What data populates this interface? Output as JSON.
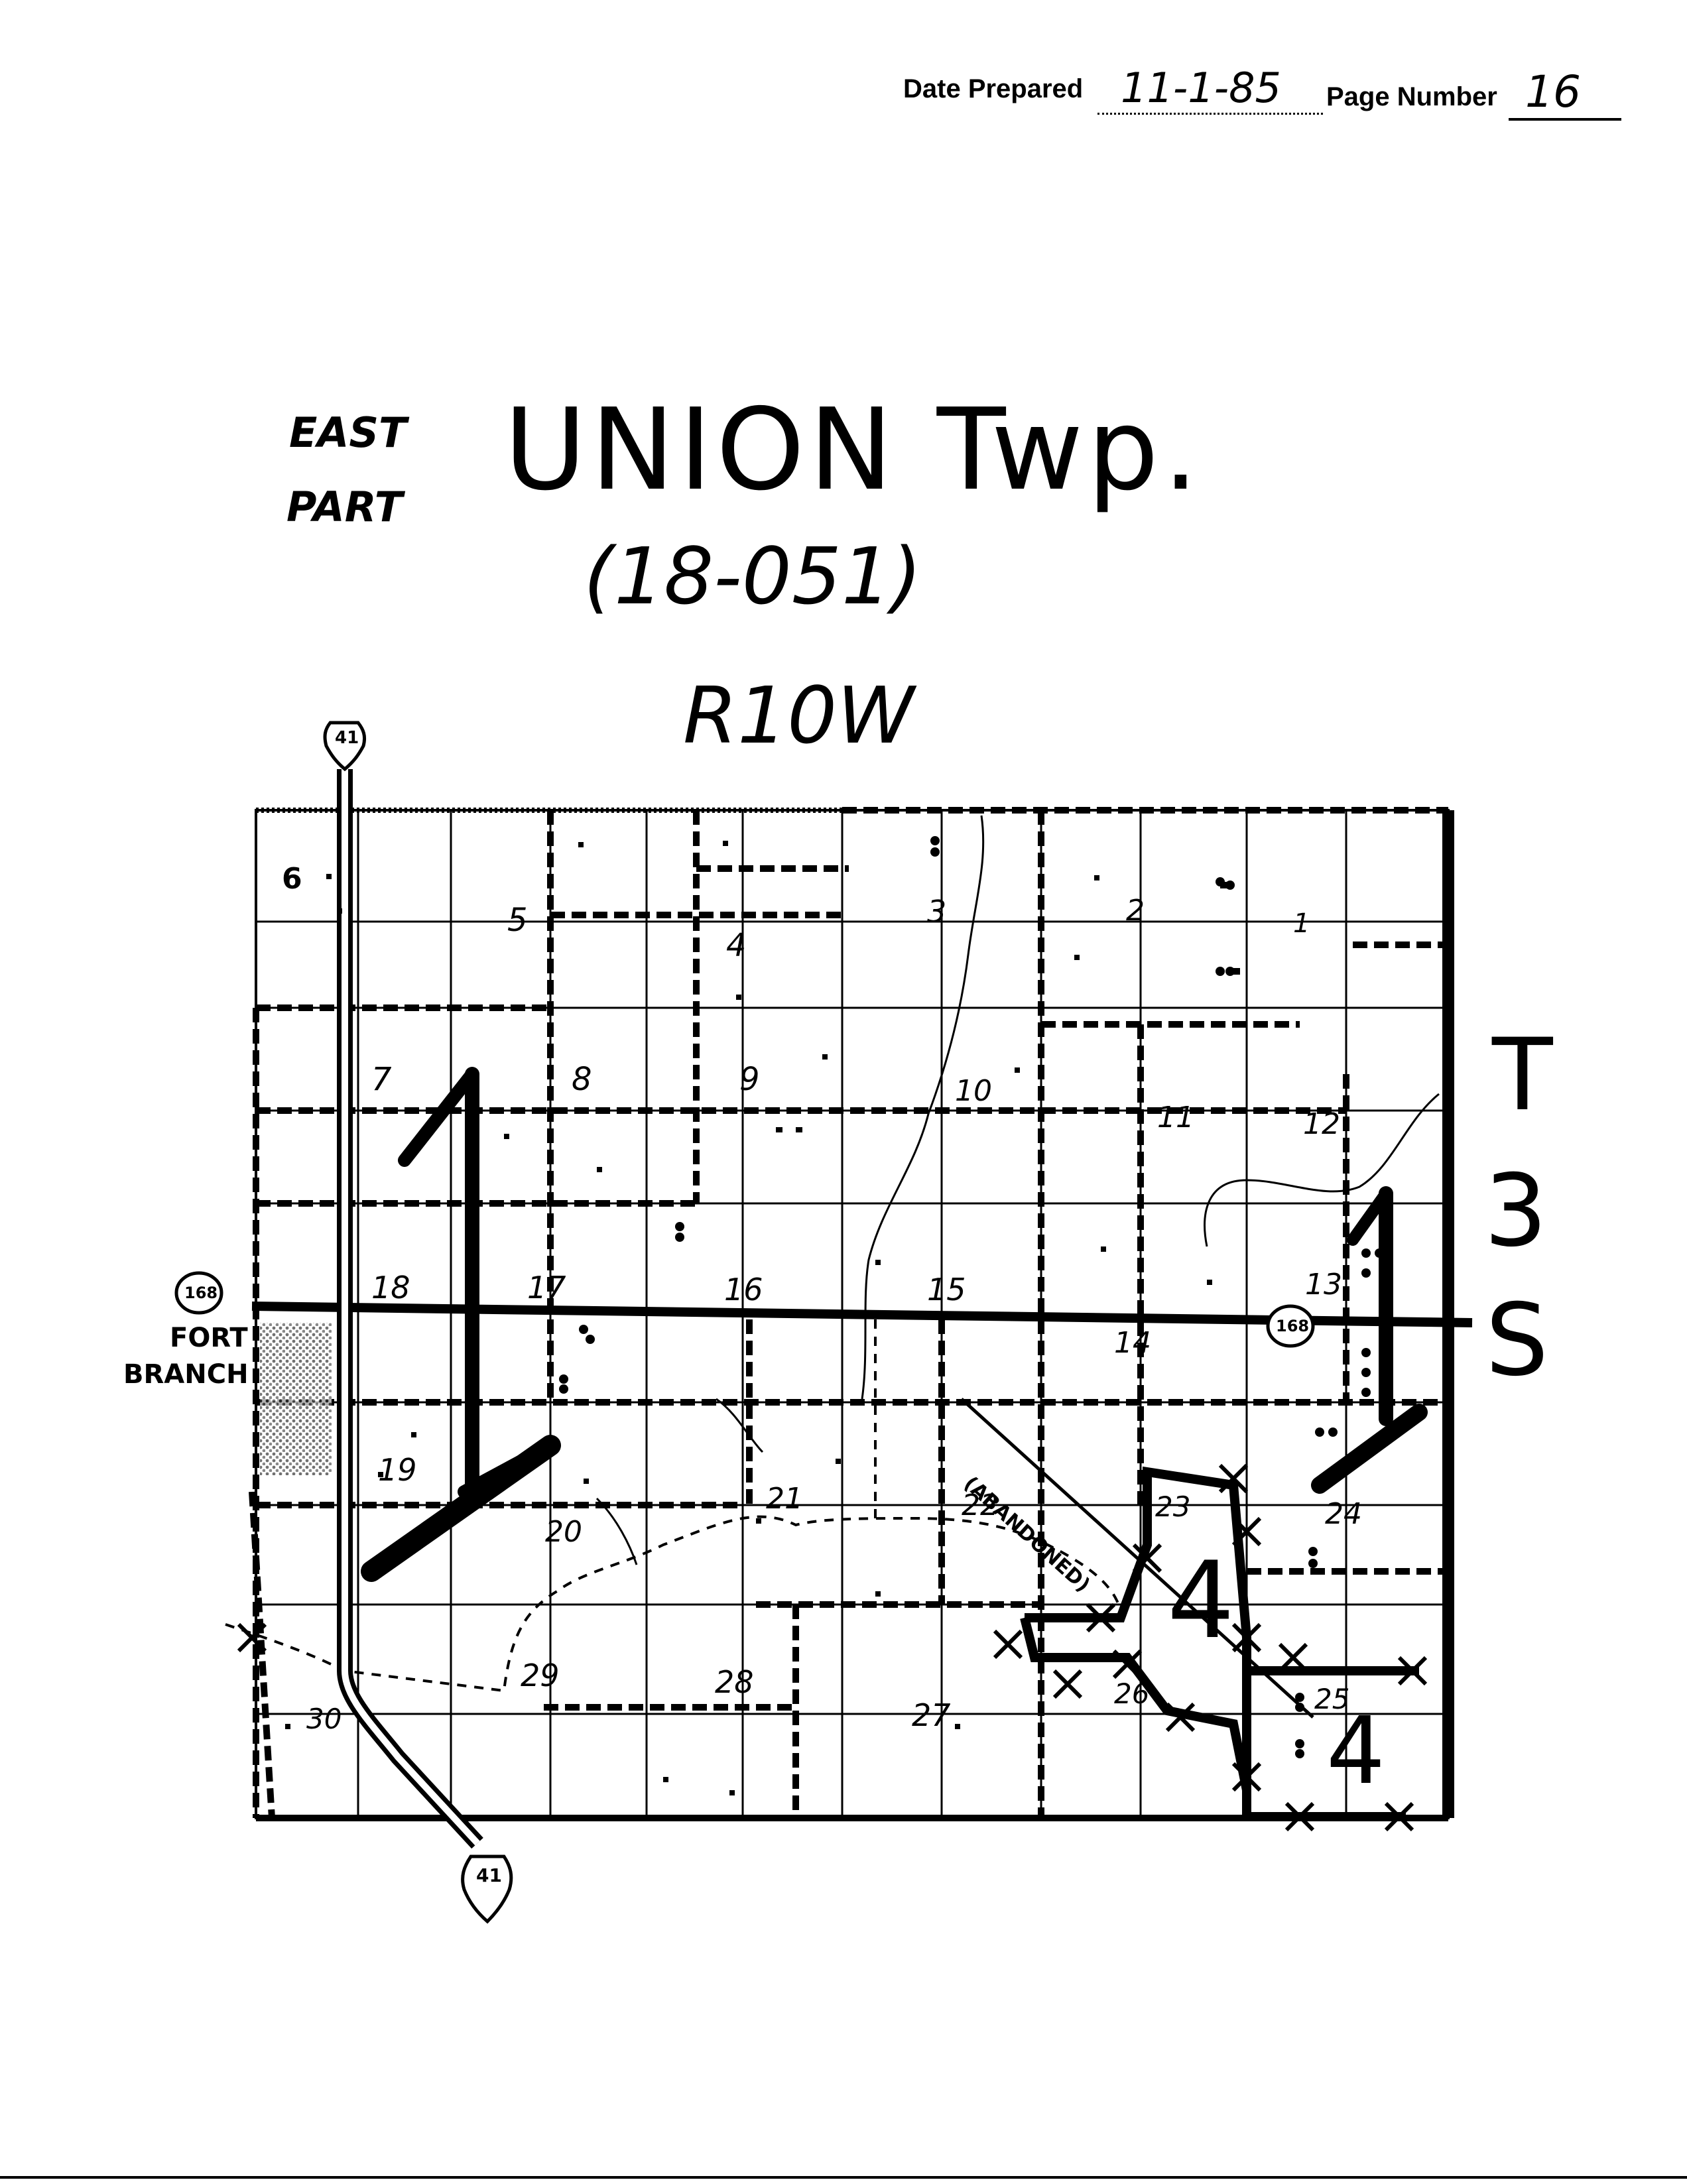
{
  "header": {
    "date_label": "Date Prepared",
    "date_value": "11-1-85",
    "page_label": "Page Number",
    "page_value": "16"
  },
  "title": {
    "part_line1": "EAST",
    "part_line2": "PART",
    "township": "UNION Twp.",
    "code": "(18-051)",
    "range": "R10W"
  },
  "township_label": [
    "T",
    "3",
    "S"
  ],
  "map": {
    "place_name_1": "FORT",
    "place_name_2": "BRANCH",
    "road_168": "168",
    "road_41": "41",
    "abandoned": "(ABANDONED)",
    "zone_labels": [
      "1",
      "1",
      "4",
      "4"
    ],
    "sections": [
      {
        "n": "6"
      },
      {
        "n": "5"
      },
      {
        "n": "4"
      },
      {
        "n": "3"
      },
      {
        "n": "2"
      },
      {
        "n": "1"
      },
      {
        "n": "7"
      },
      {
        "n": "8"
      },
      {
        "n": "9"
      },
      {
        "n": "10"
      },
      {
        "n": "11"
      },
      {
        "n": "12"
      },
      {
        "n": "18"
      },
      {
        "n": "17"
      },
      {
        "n": "16"
      },
      {
        "n": "15"
      },
      {
        "n": "14"
      },
      {
        "n": "13"
      },
      {
        "n": "19"
      },
      {
        "n": "20"
      },
      {
        "n": "21"
      },
      {
        "n": "22"
      },
      {
        "n": "23"
      },
      {
        "n": "24"
      },
      {
        "n": "30"
      },
      {
        "n": "29"
      },
      {
        "n": "28"
      },
      {
        "n": "27"
      },
      {
        "n": "26"
      },
      {
        "n": "25"
      }
    ]
  }
}
